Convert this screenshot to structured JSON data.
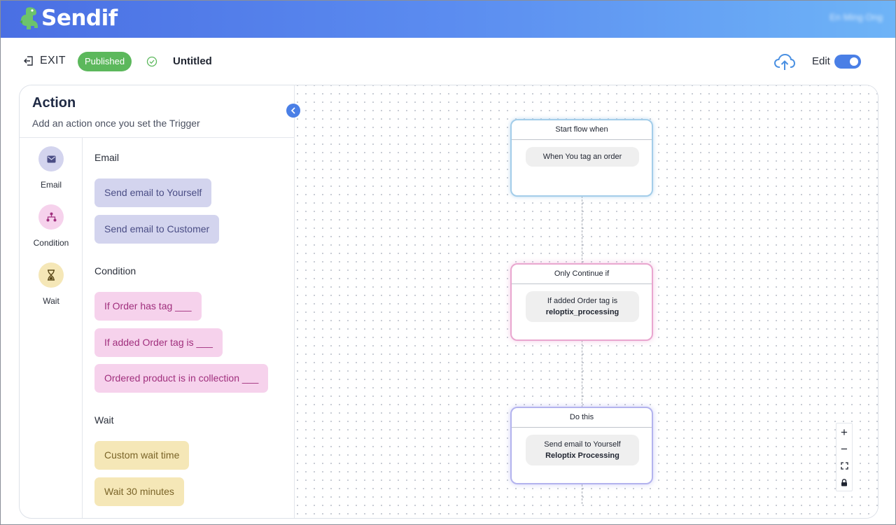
{
  "app": {
    "name": "Sendif",
    "user_name": "En Ming Ong"
  },
  "toolbar": {
    "exit_label": "EXIT",
    "status": "Published",
    "flow_title": "Untitled",
    "edit_label": "Edit",
    "edit_enabled": true
  },
  "sidebar": {
    "title": "Action",
    "subtitle": "Add an action once you set the Trigger",
    "categories": [
      {
        "label": "Email",
        "icon": "mail-icon"
      },
      {
        "label": "Condition",
        "icon": "hierarchy-icon"
      },
      {
        "label": "Wait",
        "icon": "hourglass-icon"
      }
    ],
    "groups": [
      {
        "title": "Email",
        "items": [
          "Send email to Yourself",
          "Send email to Customer"
        ]
      },
      {
        "title": "Condition",
        "items": [
          "If Order has tag ___",
          "If added Order tag is ___",
          "Ordered product is in collection ___"
        ]
      },
      {
        "title": "Wait",
        "items": [
          "Custom wait time",
          "Wait 30 minutes"
        ]
      }
    ]
  },
  "flow": {
    "nodes": [
      {
        "header": "Start flow when",
        "line1": "When You tag an order",
        "line2": ""
      },
      {
        "header": "Only Continue if",
        "line1": "If added Order tag is",
        "line2": "reloptix_processing"
      },
      {
        "header": "Do this",
        "line1": "Send email to Yourself",
        "line2": "Reloptix Processing"
      }
    ]
  },
  "zoom_controls": [
    {
      "label": "+",
      "icon": "zoom-in-icon"
    },
    {
      "label": "−",
      "icon": "zoom-out-icon"
    },
    {
      "label": "",
      "icon": "fit-view-icon"
    },
    {
      "label": "",
      "icon": "lock-icon"
    }
  ],
  "colors": {
    "header_gradient_start": "#4a6fe3",
    "header_gradient_end": "#6eb4f7",
    "published": "#5cb85c",
    "accent": "#4a7fe6",
    "email_chip": "#d3d4ee",
    "condition_chip": "#f6d2ec",
    "wait_chip": "#f5e7b7"
  }
}
